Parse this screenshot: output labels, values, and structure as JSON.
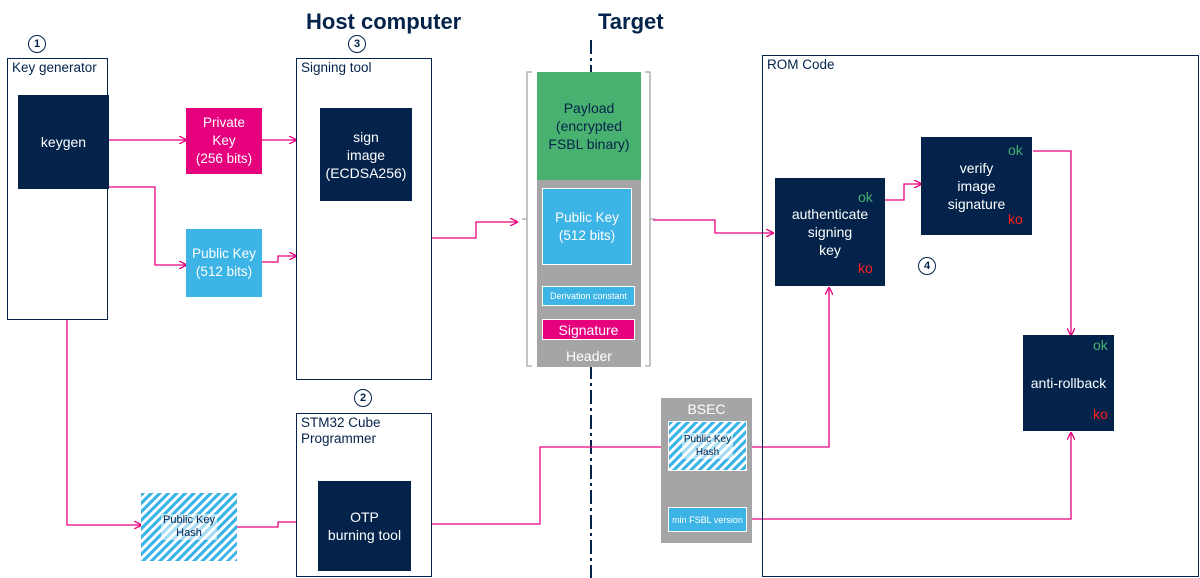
{
  "headings": {
    "host": "Host computer",
    "target": "Target"
  },
  "steps": {
    "one": "1",
    "two": "2",
    "three": "3",
    "four": "4"
  },
  "key_generator": {
    "label": "Key generator",
    "tool": "keygen"
  },
  "private_key": "Private\nKey\n(256 bits)",
  "public_key": "Public Key\n(512 bits)",
  "public_key_hash": "Public Key\nHash",
  "signing_tool": {
    "label": "Signing tool",
    "tool": "sign\nimage\n(ECDSA256)"
  },
  "cube_programmer": {
    "label": "STM32 Cube\nProgrammer",
    "tool": "OTP\nburning tool"
  },
  "image": {
    "payload": "Payload\n(encrypted\nFSBL binary)",
    "public_key": "Public Key\n(512 bits)",
    "derivation": "Derivation constant",
    "signature": "Signature",
    "header": "Header"
  },
  "bsec": {
    "title": "BSEC",
    "hash": "Public Key\nHash",
    "min_version": "min FSBL version"
  },
  "rom_code": {
    "label": "ROM Code",
    "authenticate": "authenticate\nsigning\nkey",
    "verify": "verify\nimage\nsignature",
    "anti_rollback": "anti-rollback",
    "ok": "ok",
    "ko": "ko"
  },
  "colors": {
    "navy": "#03234b",
    "magenta": "#e6007e",
    "sky": "#3cb4e6",
    "green": "#49b170",
    "gray": "#a5a5a5",
    "red": "#ff1f1f"
  }
}
